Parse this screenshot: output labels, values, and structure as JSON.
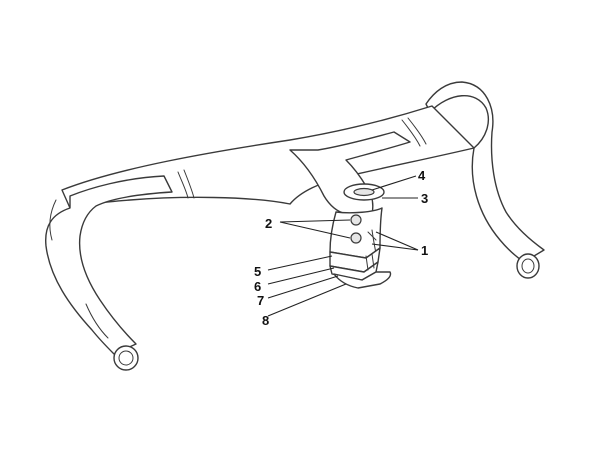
{
  "callouts": {
    "c1": "1",
    "c2": "2",
    "c3": "3",
    "c4": "4",
    "c5": "5",
    "c6": "6",
    "c7": "7",
    "c8": "8"
  },
  "colors": {
    "line": "#3a3a3a",
    "shade": "#e6e6e6",
    "background": "#ffffff"
  }
}
